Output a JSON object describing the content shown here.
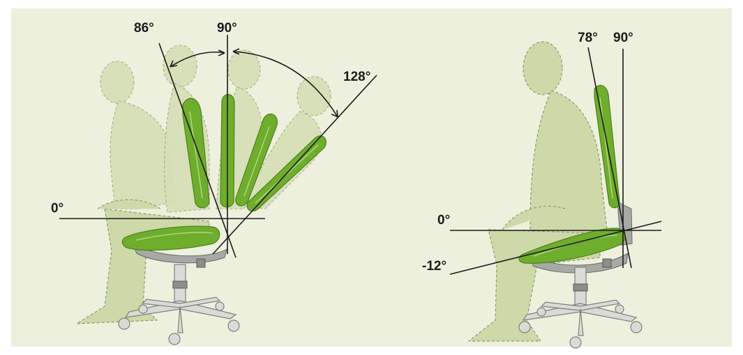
{
  "left_figure": {
    "angle_labels": {
      "a86": "86°",
      "a90": "90°",
      "a128": "128°",
      "a0": "0°"
    }
  },
  "right_figure": {
    "angle_labels": {
      "a78": "78°",
      "a90": "90°",
      "a0": "0°",
      "a_neg12": "-12°"
    }
  },
  "colors": {
    "background": "#eef0de",
    "seat_green": "#6fae2c",
    "person_green": "#cdd9a8",
    "chrome": "#d9dbd6",
    "lines": "#1a1a1a"
  }
}
